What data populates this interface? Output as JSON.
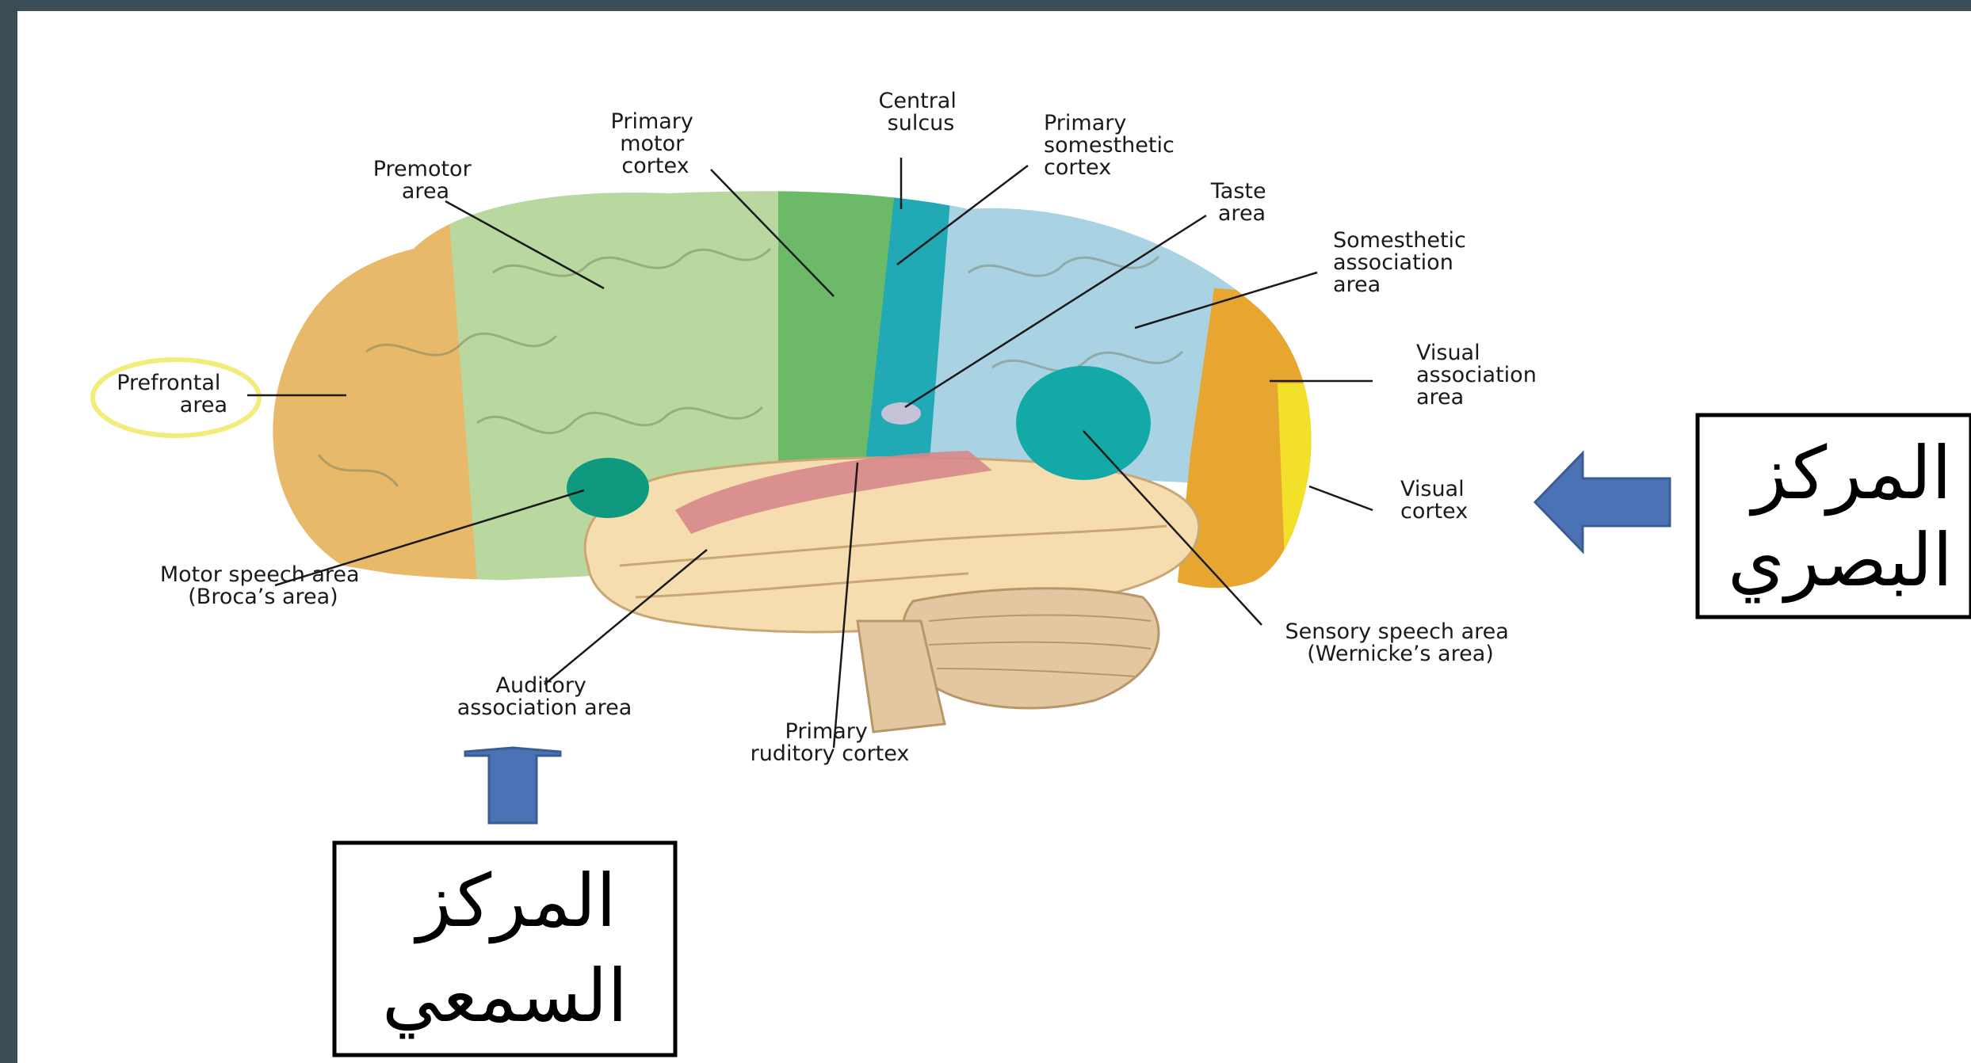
{
  "labels": {
    "primary_motor": [
      "Primary",
      "motor",
      "cortex"
    ],
    "central_sulcus": [
      "Central",
      "sulcus"
    ],
    "primary_somesthetic": [
      "Primary",
      "somesthetic",
      "cortex"
    ],
    "premotor": [
      "Premotor",
      "area"
    ],
    "taste": [
      "Taste",
      "area"
    ],
    "somesthetic_assoc": [
      "Somesthetic",
      "association",
      "area"
    ],
    "prefrontal": [
      "Prefrontal",
      "area"
    ],
    "visual_assoc": [
      "Visual",
      "association",
      "area"
    ],
    "visual_cortex": [
      "Visual",
      "cortex"
    ],
    "broca": [
      "Motor speech area",
      "(Broca’s area)"
    ],
    "wernicke": [
      "Sensory speech area",
      "(Wernicke’s area)"
    ],
    "auditory_assoc": [
      "Auditory",
      "association area"
    ],
    "primary_auditory": [
      "Primary",
      "ruditory cortex"
    ]
  },
  "boxes": {
    "visual_center": [
      "المركز",
      "البصري"
    ],
    "auditory_center": [
      "المركز",
      "السمعي"
    ]
  },
  "colors": {
    "prefrontal": "#e8b96a",
    "premotor": "#b8d8a0",
    "primary_motor": "#6cba68",
    "somesthetic": "#21a9b5",
    "somesthetic_assoc": "#a9d3e3",
    "visual_assoc": "#e7a630",
    "visual_cortex": "#f2e02a",
    "broca": "#0f9a80",
    "wernicke": "#13a9a6",
    "auditory": "#d7878b",
    "temporal": "#f5ddb0",
    "arrow": "#4b72b4",
    "highlight": "#f2ec7a"
  }
}
